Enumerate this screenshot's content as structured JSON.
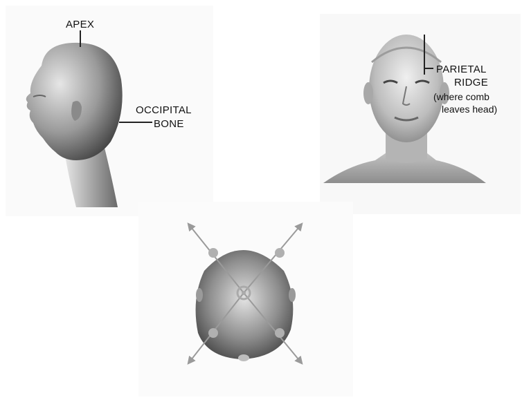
{
  "labels": {
    "apex": "APEX",
    "occipital_line1": "OCCIPITAL",
    "occipital_line2": "BONE",
    "parietal_line1": "PARIETAL",
    "parietal_line2": "RIDGE",
    "parietal_note_line1": "(where comb",
    "parietal_note_line2": "leaves head)"
  },
  "colors": {
    "skin_light": "#d9d9d9",
    "skin_dark": "#555555",
    "arrow": "#9a9a9a",
    "text": "#111111"
  }
}
